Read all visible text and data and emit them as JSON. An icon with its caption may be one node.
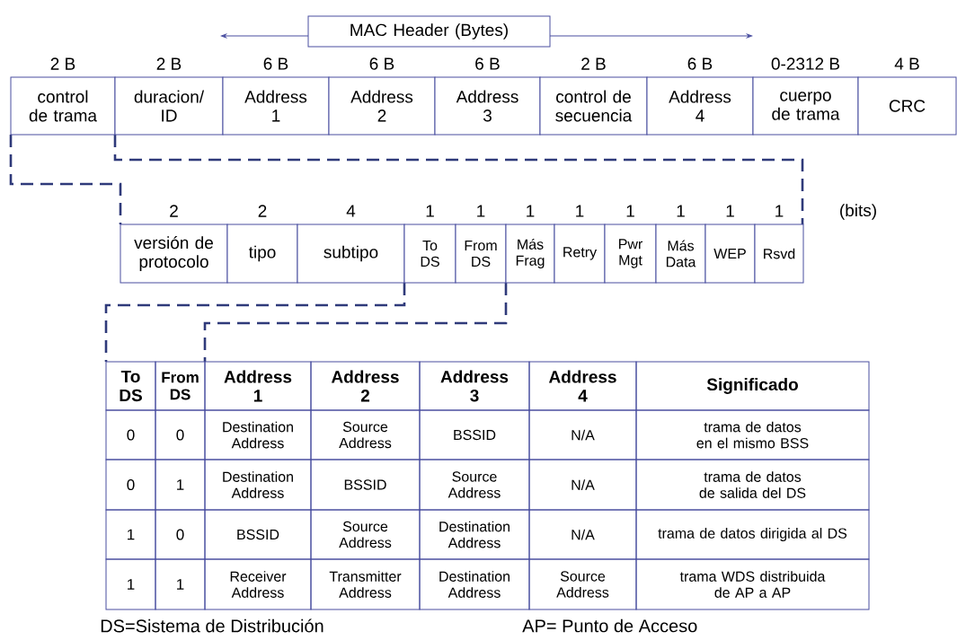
{
  "diagram": {
    "nodes": [
      {
        "text": [
          "MAC Header (Bytes)"
        ]
      },
      {
        "text": [
          "control de trama"
        ],
        "beside": [
          "2 B"
        ]
      },
      {
        "text": [
          "duracion/ ID"
        ],
        "beside": [
          "2 B"
        ]
      },
      {
        "text": [
          "Address 1"
        ],
        "beside": [
          "6 B"
        ]
      },
      {
        "text": [
          "Address 2"
        ],
        "beside": [
          "6 B"
        ]
      },
      {
        "text": [
          "Address 3"
        ],
        "beside": [
          "6 B"
        ]
      },
      {
        "text": [
          "control de secuencia"
        ],
        "beside": [
          "2 B"
        ]
      },
      {
        "text": [
          "Address 4"
        ],
        "beside": [
          "6 B"
        ]
      },
      {
        "text": [
          "cuerpo de trama"
        ],
        "beside": [
          "0-2312 B"
        ]
      },
      {
        "text": [
          "CRC"
        ],
        "beside": [
          "4 B"
        ]
      },
      {
        "text": [
          "versión de protocolo"
        ],
        "beside": [
          "2"
        ]
      },
      {
        "text": [
          "tipo"
        ],
        "beside": [
          "2"
        ]
      },
      {
        "text": [
          "subtipo"
        ],
        "beside": [
          "4"
        ]
      },
      {
        "text": [
          "To DS"
        ],
        "beside": [
          "1"
        ]
      },
      {
        "text": [
          "From DS"
        ],
        "beside": [
          "1"
        ]
      },
      {
        "text": [
          "Más Frag"
        ],
        "beside": [
          "1"
        ]
      },
      {
        "text": [
          "Retry"
        ],
        "beside": [
          "1"
        ]
      },
      {
        "text": [
          "Pwr Mgt"
        ],
        "beside": [
          "1"
        ]
      },
      {
        "text": [
          "Más Data"
        ],
        "beside": [
          "1"
        ]
      },
      {
        "text": [
          "WEP"
        ],
        "beside": [
          "1"
        ]
      },
      {
        "text": [
          "Rsvd"
        ],
        "beside": [
          "1"
        ]
      }
    ],
    "labels": [
      "(bits)",
      "To DS",
      "From DS",
      "Address 1",
      "Address 2",
      "Address 3",
      "Address 4",
      "Significado",
      "0",
      "0",
      "Destination Address",
      "Source Address",
      "BSSID",
      "N/A",
      "trama de datos en el mismo BSS",
      "0",
      "1",
      "Destination Address",
      "BSSID",
      "Source Address",
      "N/A",
      "trama de datos de salida del DS",
      "1",
      "0",
      "BSSID",
      "Source Address",
      "Destination Address",
      "N/A",
      "trama de datos dirigida al DS",
      "1",
      "1",
      "Receiver Address",
      "Transmitter Address",
      "Destination Address",
      "Source Address",
      "trama WDS distribuida de AP a AP",
      "DS=Sistema de Distribución",
      "AP= Punto de Acceso"
    ]
  }
}
